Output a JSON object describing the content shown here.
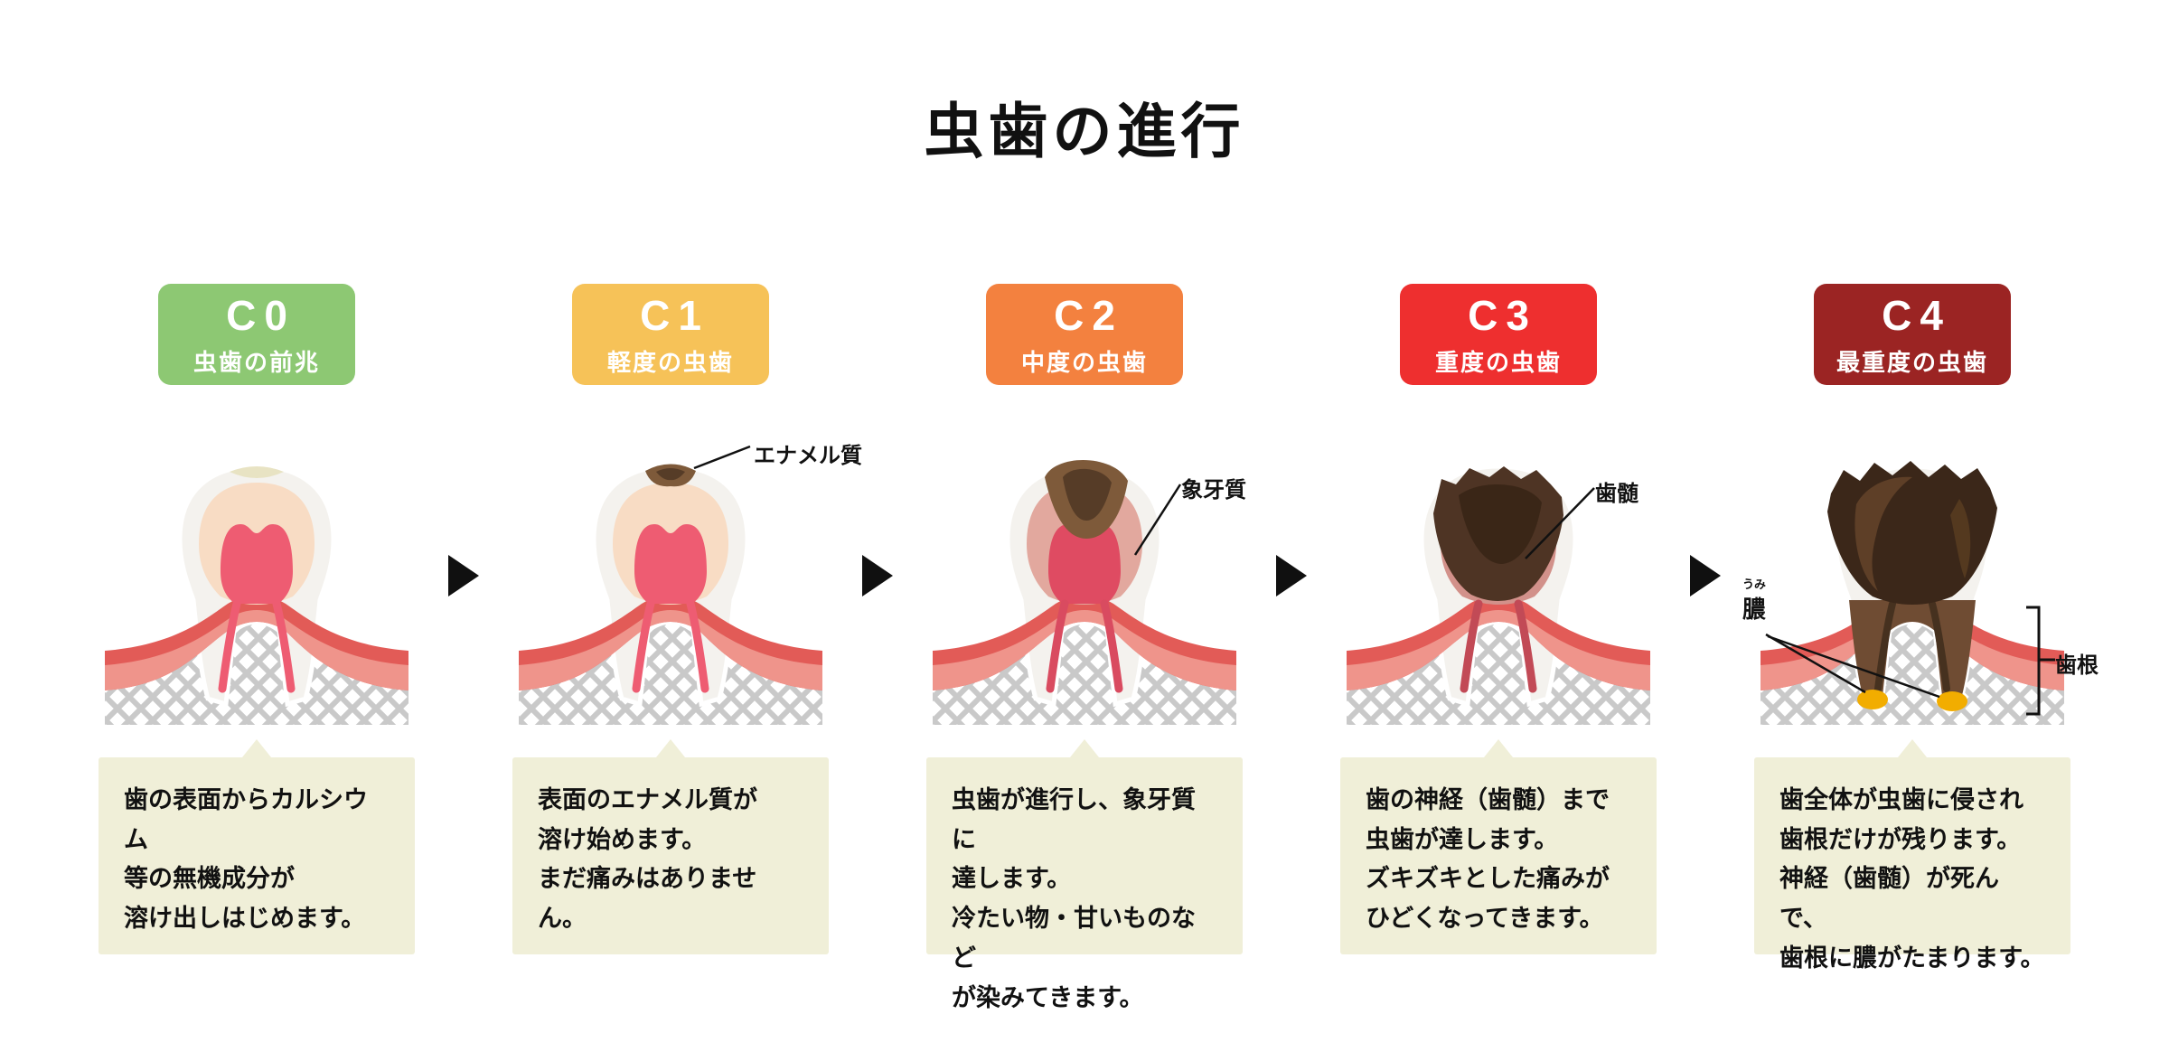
{
  "title": "虫歯の進行",
  "palette": {
    "gum": "#e25b57",
    "gum_light": "#ef948b",
    "bone_line": "#c9c9c9",
    "tooth": "#f4f2ee",
    "dentin": "#f8dcc4",
    "pulp": "#ee5c72",
    "decay": "#7e5a3a",
    "decay_dark": "#563c27",
    "deep_decay": "#3b2719",
    "pus": "#f2ad00",
    "arrow": "#101010",
    "desc_bg": "#f0efd8"
  },
  "stages": [
    {
      "code": "C0",
      "name": "虫歯の前兆",
      "badge_color": "#8dc873",
      "description": "歯の表面からカルシウム\n等の無機成分が\n溶け出しはじめます。",
      "annotations": []
    },
    {
      "code": "C1",
      "name": "軽度の虫歯",
      "badge_color": "#f6c258",
      "description": "表面のエナメル質が\n溶け始めます。\nまだ痛みはありません。",
      "annotations": [
        {
          "label": "エナメル質"
        }
      ]
    },
    {
      "code": "C2",
      "name": "中度の虫歯",
      "badge_color": "#f3813f",
      "description": "虫歯が進行し、象牙質に\n達します。\n冷たい物・甘いものなど\nが染みてきます。",
      "annotations": [
        {
          "label": "象牙質"
        }
      ]
    },
    {
      "code": "C3",
      "name": "重度の虫歯",
      "badge_color": "#ee2f2f",
      "description": "歯の神経（歯髄）まで\n虫歯が達します。\nズキズキとした痛みが\nひどくなってきます。",
      "annotations": [
        {
          "label": "歯髄"
        }
      ]
    },
    {
      "code": "C4",
      "name": "最重度の虫歯",
      "badge_color": "#9b2423",
      "description": "歯全体が虫歯に侵され\n歯根だけが残ります。\n神経（歯髄）が死んで、\n歯根に膿がたまります。",
      "annotations": [
        {
          "label": "膿",
          "furigana": "うみ"
        },
        {
          "label": "歯根"
        }
      ]
    }
  ]
}
